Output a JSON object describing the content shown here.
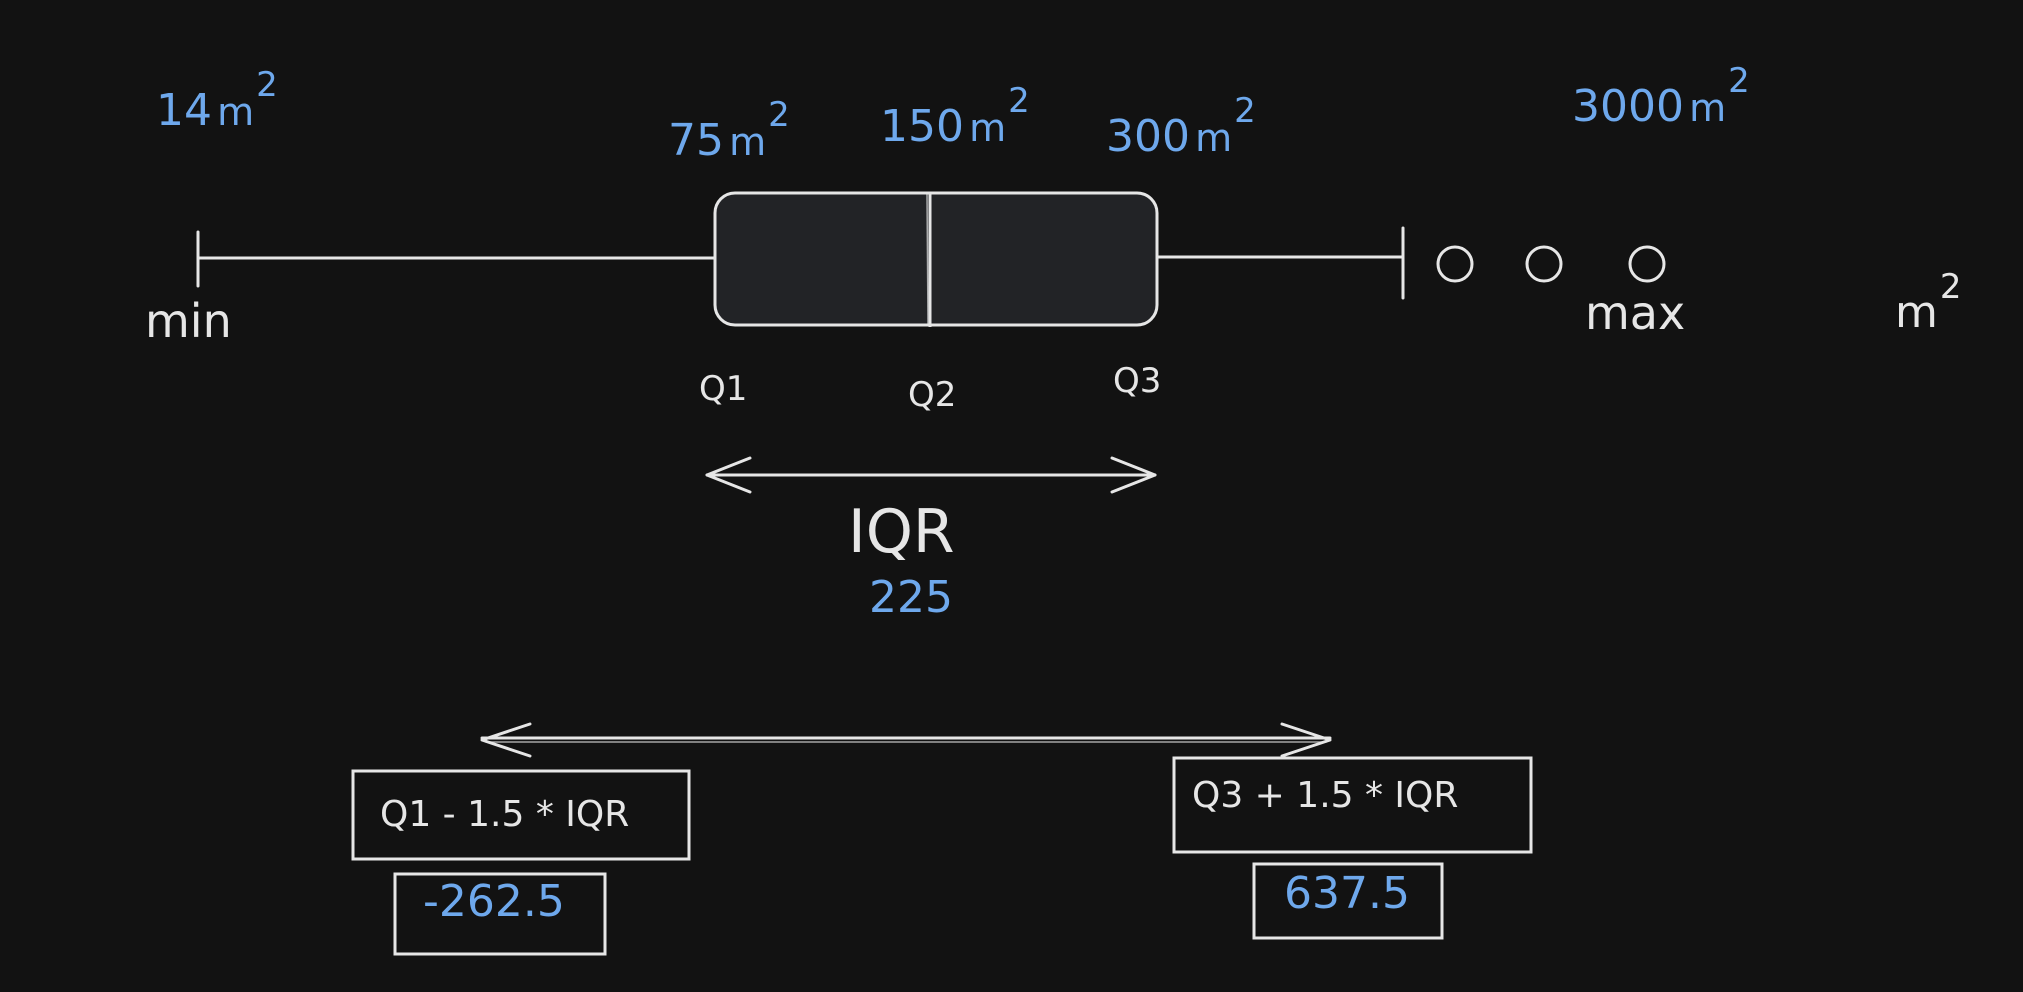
{
  "labels": {
    "min_value": "14",
    "q1_value": "75",
    "q2_value": "150",
    "q3_value": "300",
    "max_value": "3000",
    "unit": "m",
    "unit_exp": "2",
    "min_word": "min",
    "max_word": "max",
    "q1": "Q1",
    "q2": "Q2",
    "q3": "Q3",
    "iqr": "IQR",
    "iqr_value": "225",
    "lower_fence_formula": "Q1 - 1.5 * IQR",
    "lower_fence_value": "-262.5",
    "upper_fence_formula": "Q3 + 1.5 * IQR",
    "upper_fence_value": "637.5"
  },
  "colors": {
    "background": "#121212",
    "stroke": "#e6e6e6",
    "accent": "#6ea8ec",
    "box_fill": "#222326"
  }
}
